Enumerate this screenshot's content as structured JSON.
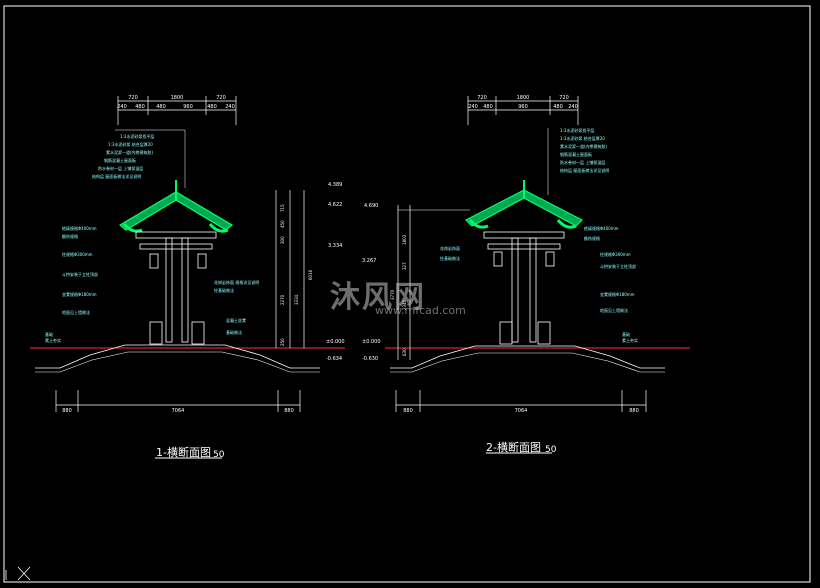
{
  "left_section": {
    "title": "1-横断面图",
    "scale": "50",
    "top_dims": [
      "720",
      "1800",
      "720"
    ],
    "top_subdims": [
      "240",
      "480",
      "480",
      "960",
      "480",
      "240"
    ],
    "bottom_dims": [
      "880",
      "7064",
      "880"
    ],
    "elevations": [
      "4.389",
      "4.622",
      "3.334",
      "±0.000",
      "-0.634"
    ],
    "vert_dims": [
      "715",
      "450",
      "300",
      "2270",
      "3334",
      "6016",
      "250"
    ]
  },
  "right_section": {
    "title": "2-横断面图",
    "scale": "50",
    "top_dims": [
      "720",
      "1800",
      "720"
    ],
    "top_subdims": [
      "240",
      "480",
      "960",
      "480",
      "240"
    ],
    "bottom_dims": [
      "880",
      "7064",
      "880"
    ],
    "elevations": [
      "4.690",
      "3.267",
      "±0.000",
      "-0.630"
    ],
    "vert_dims": [
      "1803",
      "327",
      "3770",
      "2340",
      "630"
    ]
  },
  "watermark": {
    "text": "沐风网",
    "url": "www.mfcad.com"
  },
  "colors": {
    "background": "#000000",
    "lines": "#ffffff",
    "roof": "#00ff66",
    "ground": "#ff0000",
    "dim": "#00ffff"
  }
}
